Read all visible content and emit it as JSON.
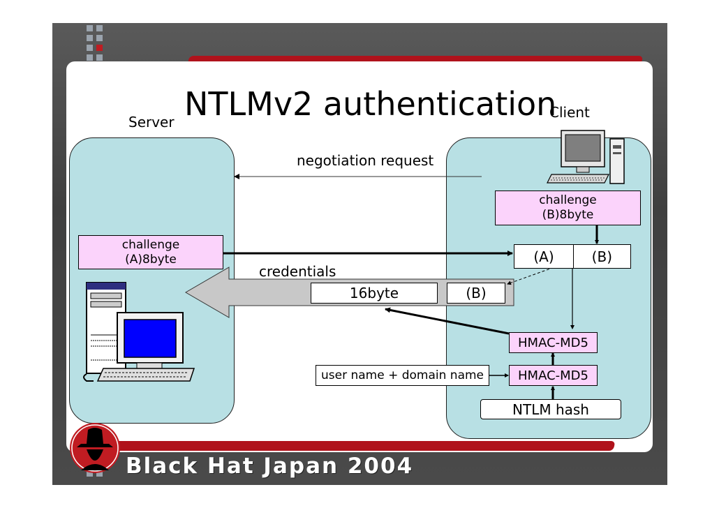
{
  "title": "NTLMv2 authentication",
  "labels": {
    "server": "Server",
    "client": "Client",
    "negotiation": "negotiation request",
    "credentials": "credentials"
  },
  "boxes": {
    "challenge_b": "challenge\n(B)8byte",
    "challenge_a": "challenge\n(A)8byte",
    "cell_a": "(A)",
    "cell_b": "(B)",
    "sixteen": "16byte",
    "cred_b": "(B)",
    "hmac1": "HMAC-MD5",
    "hmac2": "HMAC-MD5",
    "user_domain": "user name + domain name",
    "ntlm_hash": "NTLM hash"
  },
  "footer": "Black Hat Japan 2004",
  "colors": {
    "zone_fill": "#b8e0e4",
    "pink_box": "#fbd3fb",
    "accent_red": "#b0121b",
    "arrow_gray": "#c8c8c8"
  },
  "icons": [
    "server-computer-icon",
    "client-computer-icon",
    "black-hat-logo-icon"
  ]
}
